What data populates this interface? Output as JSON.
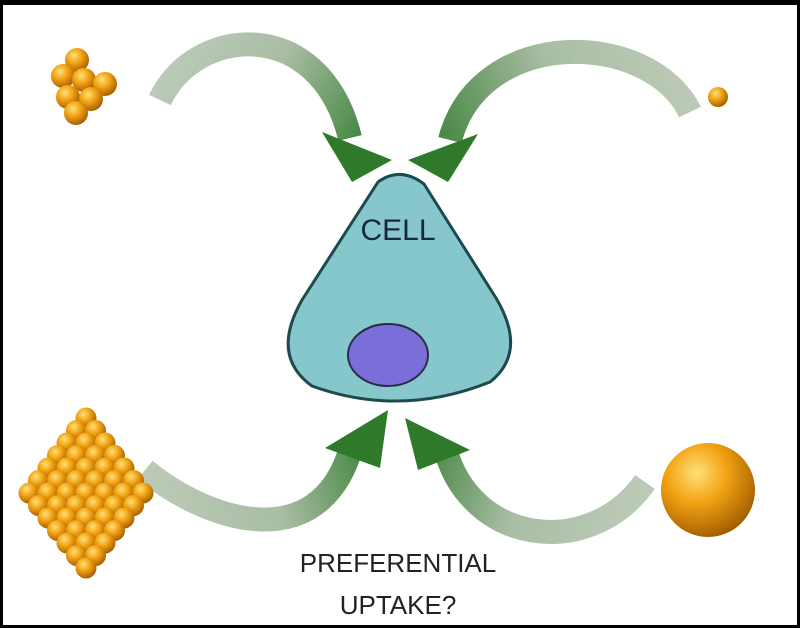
{
  "diagram": {
    "cell_label": "CELL",
    "caption_line1": "PREFERENTIAL",
    "caption_line2": "UPTAKE?"
  },
  "colors": {
    "cell_fill": "#86c7cc",
    "cell_stroke": "#1d4b4d",
    "nucleus_fill": "#7a6ed8",
    "arrow_light": "#b9c9b4",
    "arrow_dark": "#2f7a2a",
    "particle": "#f0a010"
  }
}
